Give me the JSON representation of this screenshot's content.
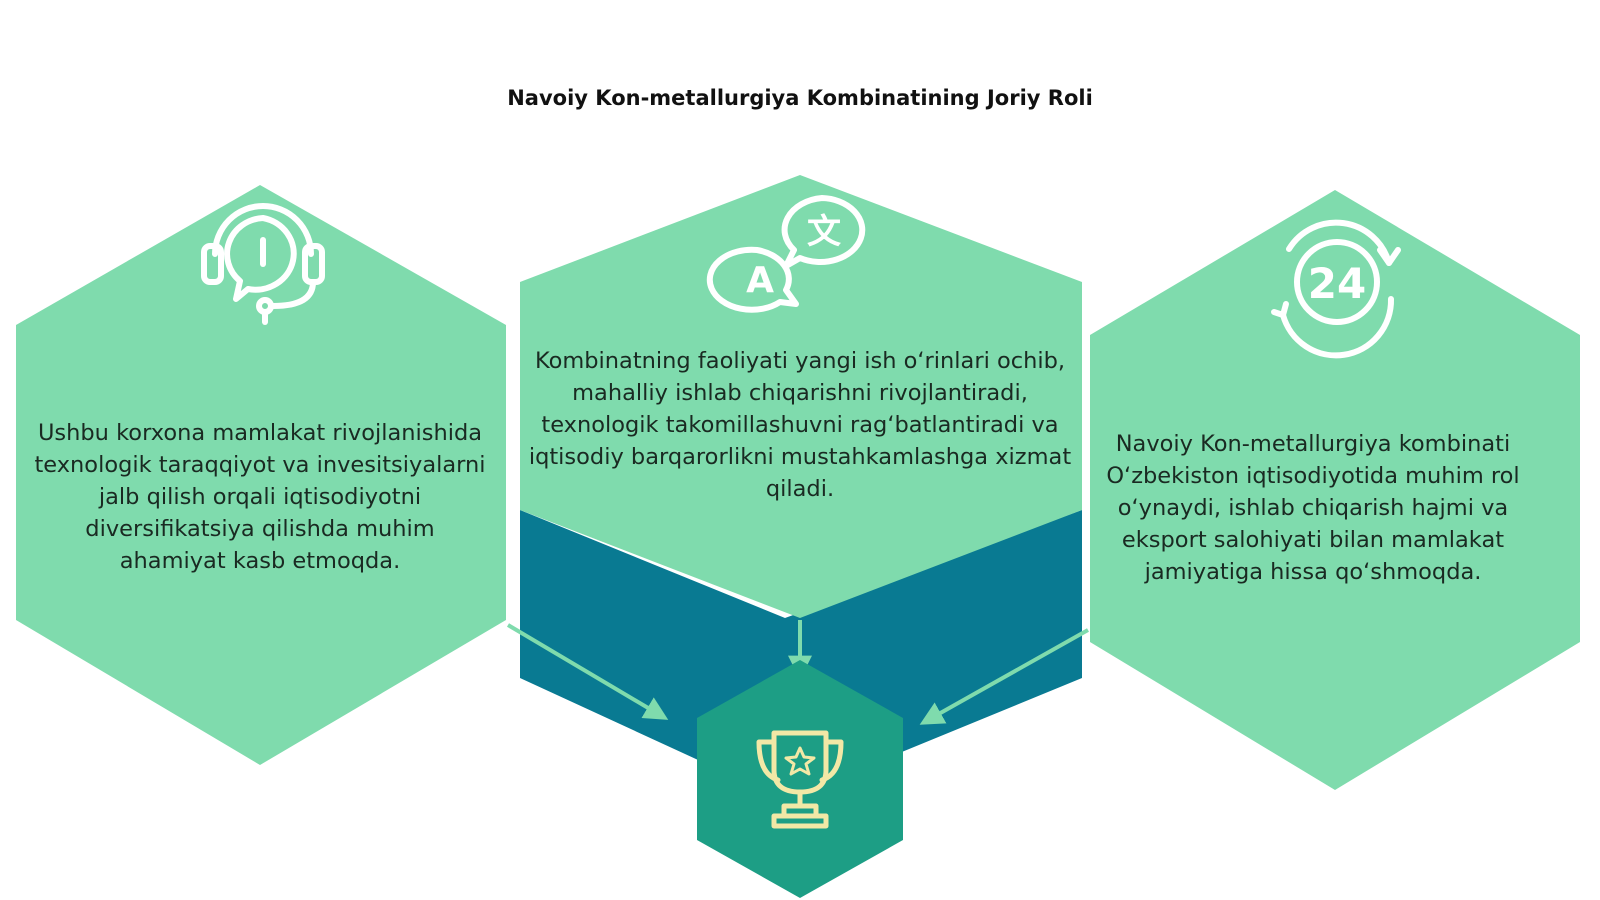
{
  "title": "Navoiy Kon-metallurgiya Kombinatining Joriy Roli",
  "colors": {
    "hex_fill": "#7fdbad",
    "dark_fill": "#097a92",
    "award_fill": "#1d9e85",
    "icon_white": "#ffffff",
    "icon_gold": "#f2e8a6",
    "text": "#1a2a22",
    "background": "#ffffff"
  },
  "cards": [
    {
      "id": "left",
      "icon": "headset-icon",
      "text": "Ushbu korxona mamlakat rivojlanishida texnologik taraqqiyot va invesitsiyalarni jalb qilish orqali iqtisodiyotni diversifikatsiya qilishda muhim ahamiyat kasb etmoqda."
    },
    {
      "id": "center",
      "icon": "translate-icon",
      "text": "Kombinatning faoliyati yangi ish o‘rinlari ochib, mahalliy ishlab chiqarishni rivojlantiradi, texnologik takomillashuvni rag‘batlantiradi va iqtisodiy barqarorlikni mustahkamlashga xizmat qiladi."
    },
    {
      "id": "right",
      "icon": "clock-24-icon",
      "icon_label": "24",
      "text": "Navoiy Kon-metallurgiya kombinati O‘zbekiston iqtisodiyotida muhim rol o‘ynaydi, ishlab chiqarish hajmi va eksport salohiyati bilan mamlakat jamiyatiga hissa qo‘shmoqda."
    }
  ],
  "translate_glyphs": {
    "latin": "A",
    "other": "文"
  },
  "center_badge": {
    "icon": "trophy-icon"
  }
}
